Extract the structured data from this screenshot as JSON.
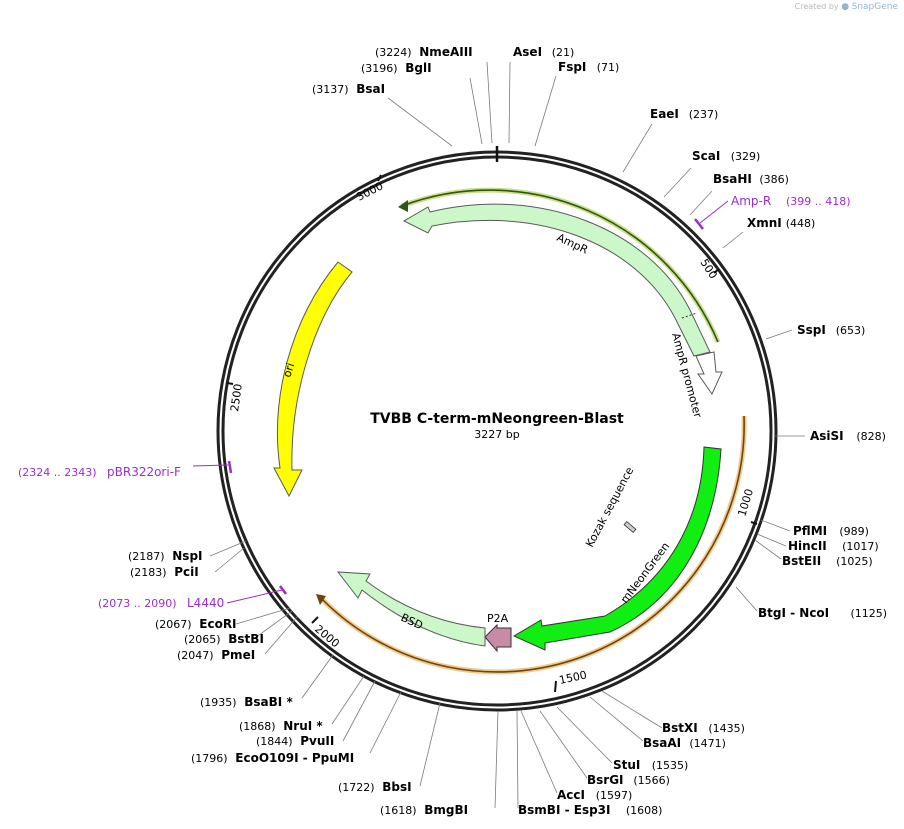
{
  "credit": {
    "prefix": "Created by",
    "brand": "SnapGene"
  },
  "plasmid": {
    "name": "TVBB C-term-mNeongreen-Blast",
    "length_bp": 3227,
    "length_label": "3227 bp"
  },
  "colors": {
    "ampr": "#ccf7c9",
    "ori": "#ffff00",
    "mneongreen": "#11ee11",
    "bsd": "#ccf7c9",
    "p2a": "#c88ba5",
    "primer": "#9a2ec9",
    "primer_band_green": "#c9e08a",
    "primer_band_orange": "#f3c98a"
  },
  "features": [
    {
      "name": "AmpR",
      "icon": "arrow-ccw"
    },
    {
      "name": "AmpR promoter",
      "icon": "arrow-ccw"
    },
    {
      "name": "ori",
      "icon": "arrow-ccw"
    },
    {
      "name": "mNeonGreen",
      "icon": "arrow-cw"
    },
    {
      "name": "P2A",
      "icon": "arrow-cw"
    },
    {
      "name": "BSD",
      "icon": "arrow-ccw"
    },
    {
      "name": "Kozak sequence",
      "icon": "box"
    }
  ],
  "ticks": [
    "500",
    "1000",
    "1500",
    "2000",
    "2500",
    "3000"
  ],
  "primers": [
    {
      "name": "Amp-R",
      "range": "(399 .. 418)"
    },
    {
      "name": "pBR322ori-F",
      "range": "(2324 .. 2343)"
    },
    {
      "name": "L4440",
      "range": "(2073 .. 2090)"
    }
  ],
  "sites": [
    {
      "name": "NmeAIII",
      "pos": "(3224)"
    },
    {
      "name": "BglI",
      "pos": "(3196)"
    },
    {
      "name": "BsaI",
      "pos": "(3137)"
    },
    {
      "name": "AseI",
      "pos": "(21)"
    },
    {
      "name": "FspI",
      "pos": "(71)"
    },
    {
      "name": "EaeI",
      "pos": "(237)"
    },
    {
      "name": "ScaI",
      "pos": "(329)"
    },
    {
      "name": "BsaHI",
      "pos": "(386)"
    },
    {
      "name": "XmnI",
      "pos": "(448)"
    },
    {
      "name": "SspI",
      "pos": "(653)"
    },
    {
      "name": "AsiSI",
      "pos": "(828)"
    },
    {
      "name": "PflMI",
      "pos": "(989)"
    },
    {
      "name": "HincII",
      "pos": "(1017)"
    },
    {
      "name": "BstEII",
      "pos": "(1025)"
    },
    {
      "name": "BtgI - NcoI",
      "pos": "(1125)"
    },
    {
      "name": "BstXI",
      "pos": "(1435)"
    },
    {
      "name": "BsaAI",
      "pos": "(1471)"
    },
    {
      "name": "StuI",
      "pos": "(1535)"
    },
    {
      "name": "BsrGI",
      "pos": "(1566)"
    },
    {
      "name": "AccI",
      "pos": "(1597)"
    },
    {
      "name": "BsmBI - Esp3I",
      "pos": "(1608)"
    },
    {
      "name": "BmgBI",
      "pos": "(1618)"
    },
    {
      "name": "BbsI",
      "pos": "(1722)"
    },
    {
      "name": "EcoO109I - PpuMI",
      "pos": "(1796)"
    },
    {
      "name": "PvuII",
      "pos": "(1844)"
    },
    {
      "name": "NruI *",
      "pos": "(1868)"
    },
    {
      "name": "BsaBI *",
      "pos": "(1935)"
    },
    {
      "name": "PmeI",
      "pos": "(2047)"
    },
    {
      "name": "BstBI",
      "pos": "(2065)"
    },
    {
      "name": "EcoRI",
      "pos": "(2067)"
    },
    {
      "name": "PciI",
      "pos": "(2183)"
    },
    {
      "name": "NspI",
      "pos": "(2187)"
    }
  ]
}
